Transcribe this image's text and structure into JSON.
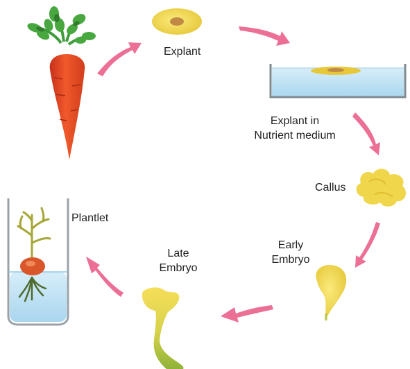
{
  "stages": {
    "explant": "Explant",
    "explant_medium_line1": "Explant in",
    "explant_medium_line2": "Nutrient medium",
    "callus": "Callus",
    "early_embryo_line1": "Early",
    "early_embryo_line2": "Embryo",
    "late_embryo_line1": "Late",
    "late_embryo_line2": "Embryo",
    "plantlet": "Plantlet"
  },
  "colors": {
    "arrow": "#ec6f95",
    "carrot": "#e2461f",
    "leaf": "#3f9a3a",
    "explant": "#ecd95a",
    "explant_core": "#c08a45",
    "medium": "#bfe2f4",
    "callus": "#f0d64a",
    "embryo": "#f4dc55",
    "embryo_stem": "#b9c43c"
  },
  "icons": [
    "carrot-icon",
    "explant-disc-icon",
    "petri-dish-icon",
    "callus-icon",
    "early-embryo-icon",
    "late-embryo-icon",
    "test-tube-plantlet-icon",
    "cycle-arrow-icon"
  ]
}
